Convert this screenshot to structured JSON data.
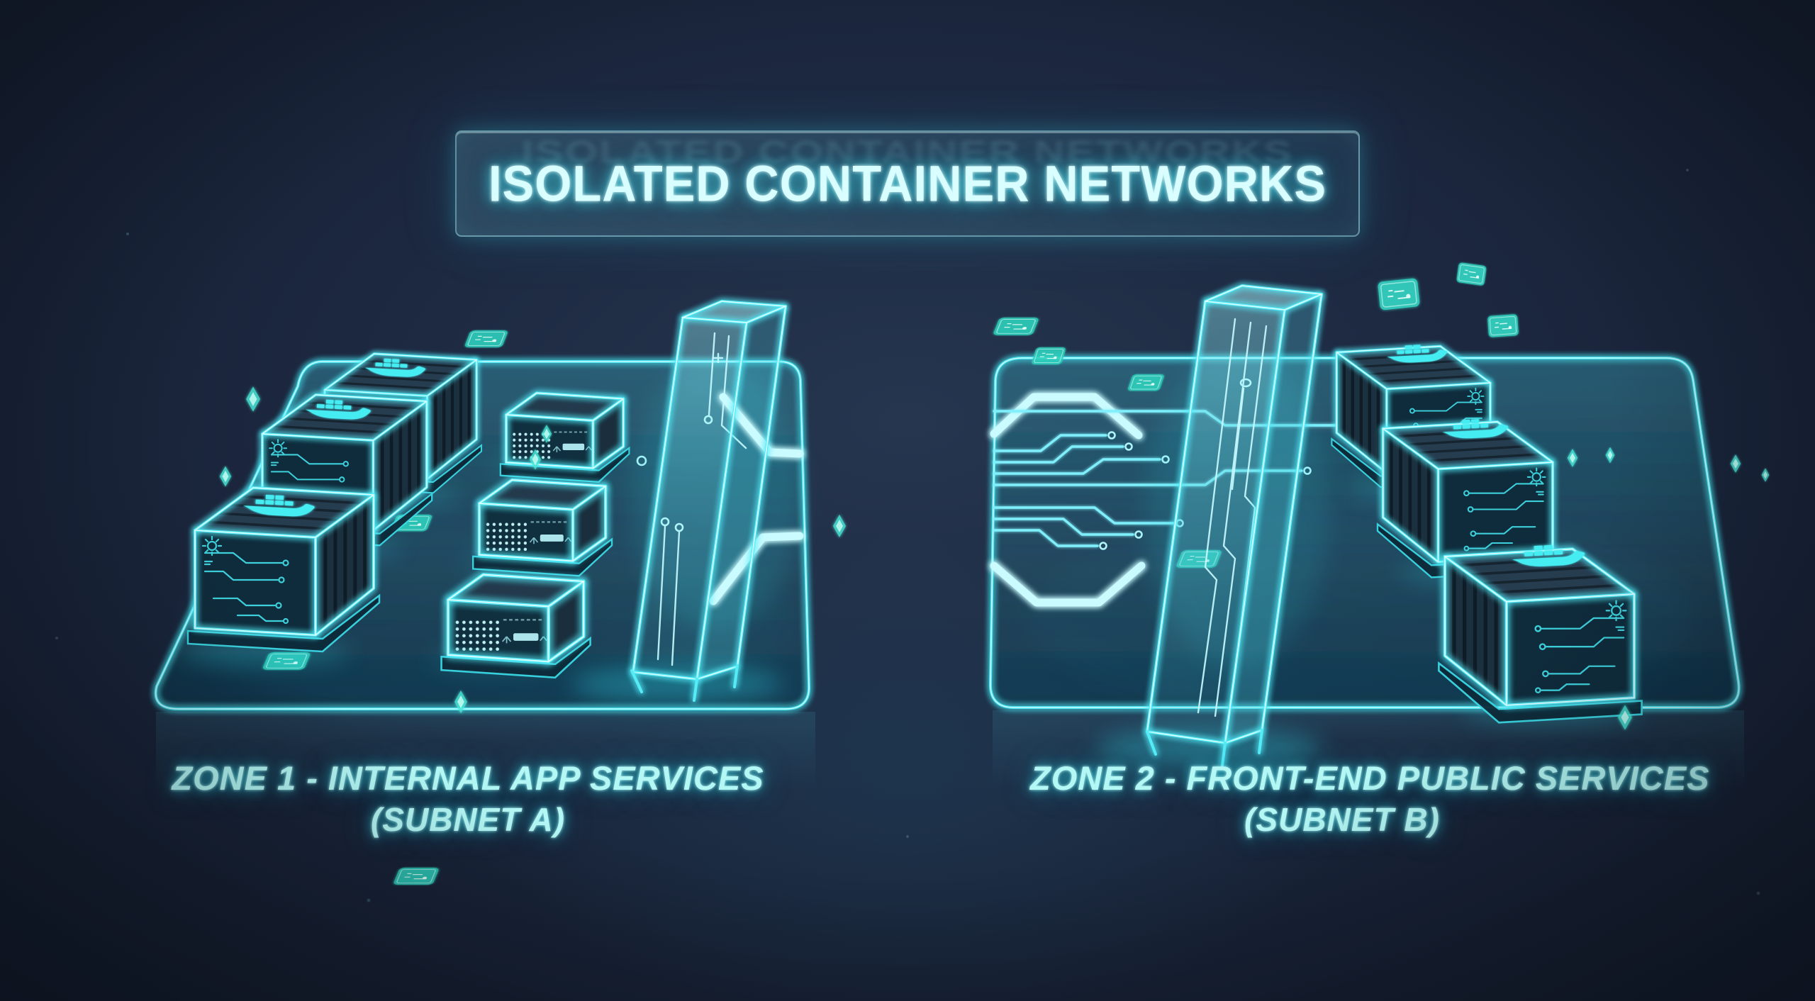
{
  "title": "ISOLATED CONTAINER NETWORKS",
  "zones": [
    {
      "id": "zone-1",
      "label": "ZONE 1 - INTERNAL APP SERVICES",
      "subnet": "(SUBNET A)",
      "container_count": 3,
      "server_count": 3,
      "firewall_count": 1
    },
    {
      "id": "zone-2",
      "label": "ZONE 2 - FRONT-END PUBLIC SERVICES",
      "subnet": "(SUBNET B)",
      "container_count": 3,
      "server_count": 0,
      "firewall_count": 1
    }
  ],
  "icons": {
    "container_logo": "docker-whale-icon",
    "floor_decor": "circuit-chip-icon",
    "floating_decor": "diamond-particle-icon"
  },
  "colors": {
    "background": "#1c2840",
    "neon": "#3ee2ee",
    "neon_bright": "#d9feff",
    "chip_teal": "#2fd0bd",
    "glass_panel": "rgba(120,210,230,0.14)"
  }
}
